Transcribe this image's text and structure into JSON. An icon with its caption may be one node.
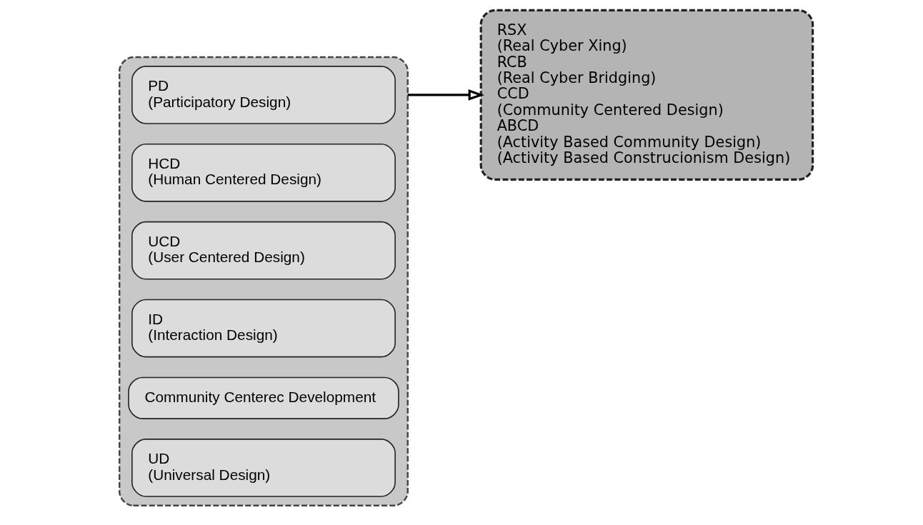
{
  "diagram": {
    "nodes": [
      {
        "text": [],
        "shape": "box"
      },
      {
        "text": [
          "PD",
          "(Participatory Design)"
        ],
        "in": 0
      },
      {
        "text": [
          "HCD",
          "(Human Centered Design)"
        ],
        "in": 0
      },
      {
        "text": [
          "UCD",
          "(User Centered Design)"
        ],
        "in": 0
      },
      {
        "text": [
          "ID",
          "(Interaction Design)"
        ],
        "in": 0
      },
      {
        "text": [
          "Community Centerec Development"
        ],
        "in": 0
      },
      {
        "text": [
          "UD",
          "(Universal Design)"
        ],
        "in": 0
      },
      {
        "text": [
          "RSX",
          "(Real Cyber Xing)",
          "RCB",
          "(Real Cyber Bridging)",
          "CCD",
          "(Community Centered Design)",
          "ABCD",
          "(Activity Based Community Design)",
          "(Activity Based Construcionism Design)"
        ]
      }
    ],
    "edges": [
      {
        "from": 0,
        "to": 7,
        "arrow": "to"
      }
    ]
  }
}
